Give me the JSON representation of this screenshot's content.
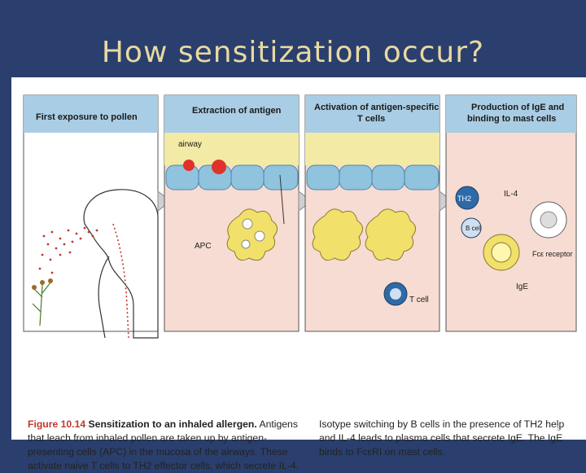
{
  "slide": {
    "title": "How sensitization occur?",
    "page_number": "9"
  },
  "panels": [
    {
      "title_line1": "First exposure to pollen",
      "title_line2": ""
    },
    {
      "title_line1": "Extraction of antigen",
      "title_line2": ""
    },
    {
      "title_line1": "Activation of antigen-specific",
      "title_line2": "T cells"
    },
    {
      "title_line1": "Production of IgE and",
      "title_line2": "binding to mast cells"
    }
  ],
  "labels": {
    "airway": "airway",
    "apc": "APC",
    "t_cell": "T cell",
    "th2": "TH2",
    "b_cell": "B cell",
    "il4": "IL-4",
    "fce_receptor": "Fcε receptor",
    "ige": "IgE"
  },
  "caption": {
    "fig_number": "Figure 10.14",
    "fig_title": "Sensitization to an inhaled allergen.",
    "left_text": "Antigens that leach from inhaled pollen are taken up by antigen-presenting cells (APC) in the mucosa of the airways. These activate naive T cells to TH2 effector cells, which secrete IL-4.",
    "right_text": "Isotype switching by B cells in the presence of TH2 help and IL-4 leads to plasma cells that secrete IgE. The IgE binds to FcεRI on mast cells."
  },
  "colors": {
    "background": "#2a3f6e",
    "title": "#e8d9a0",
    "panel_header": "#a9cde4",
    "mucosa": "#f6dcd2",
    "epithelium": "#8fc3de",
    "airway_layer": "#f3eaa6",
    "apc": "#f1e06a",
    "figure_label": "#c0392b"
  }
}
